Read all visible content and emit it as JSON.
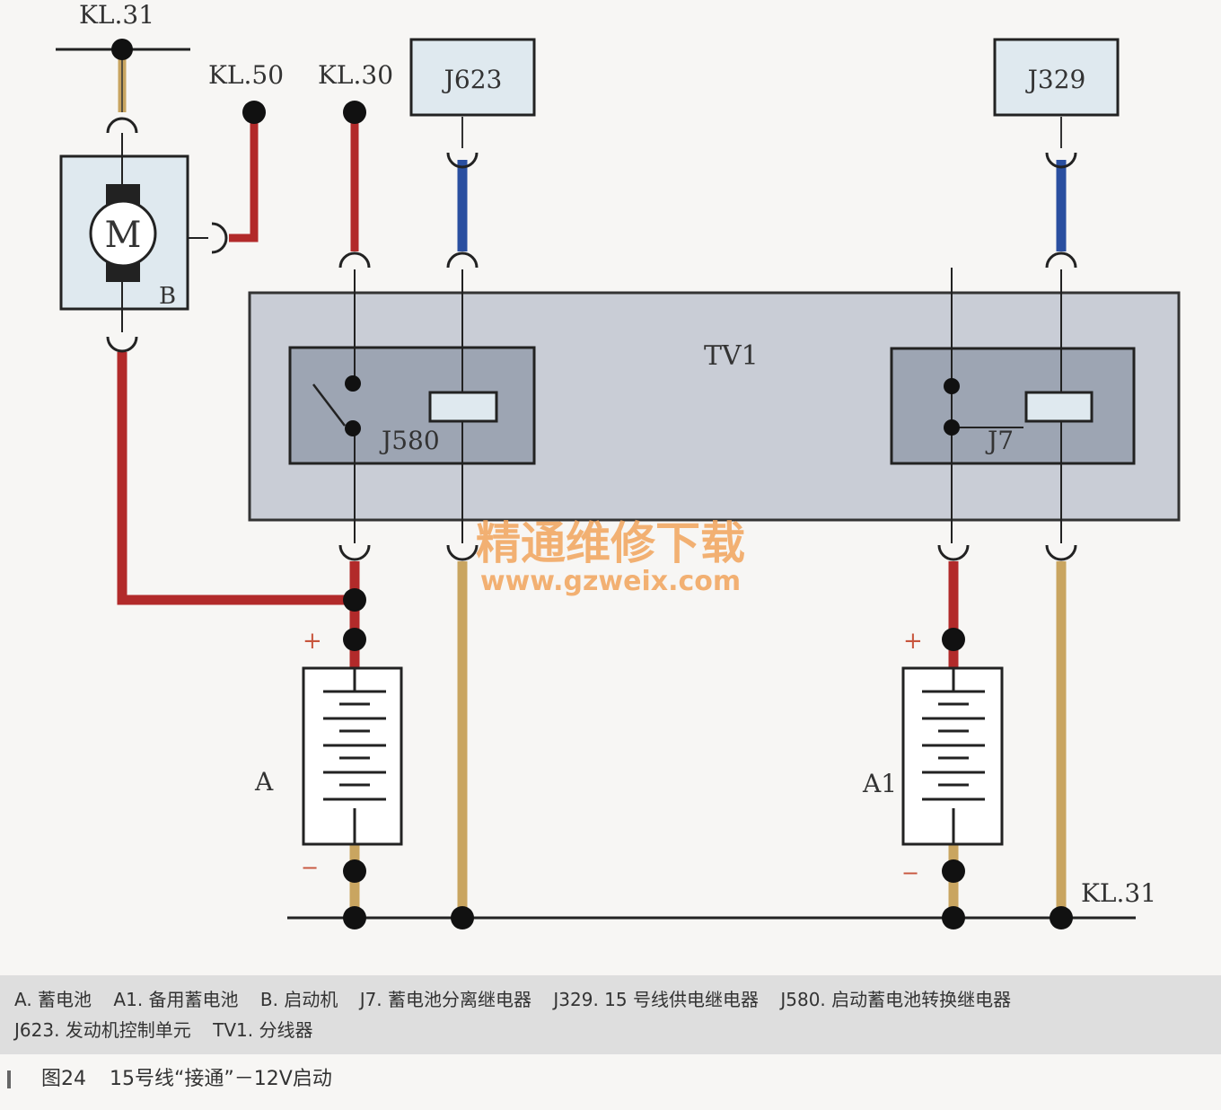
{
  "labels": {
    "kl31_top": "KL.31",
    "kl50": "KL.50",
    "kl30": "KL.30",
    "j623": "J623",
    "j329": "J329",
    "motor": "M",
    "starter": "B",
    "tv1": "TV1",
    "j580": "J580",
    "j7": "J7",
    "battery_a": "A",
    "battery_a1": "A1",
    "kl31_bottom": "KL.31",
    "plus": "+",
    "minus": "−"
  },
  "watermark": {
    "title": "精通维修下载",
    "url": "www.gzweix.com"
  },
  "legend": {
    "items": [
      "A. 蓄电池",
      "A1. 备用蓄电池",
      "B. 启动机",
      "J7. 蓄电池分离继电器",
      "J329. 15 号线供电继电器",
      "J580. 启动蓄电池转换继电器",
      "J623. 发动机控制单元",
      "TV1. 分线器"
    ]
  },
  "caption": {
    "figure": "图24",
    "text": "15号线“接通”－12V启动"
  },
  "colors": {
    "red_wire": "#b22a2a",
    "blue_wire": "#2a4fa0",
    "tan_wire": "#c9a560",
    "box_fill": "#dfe9ef",
    "tv1_fill": "#c9cdd6",
    "relay_fill": "#9da5b3",
    "watermark": "#f1a35a"
  }
}
